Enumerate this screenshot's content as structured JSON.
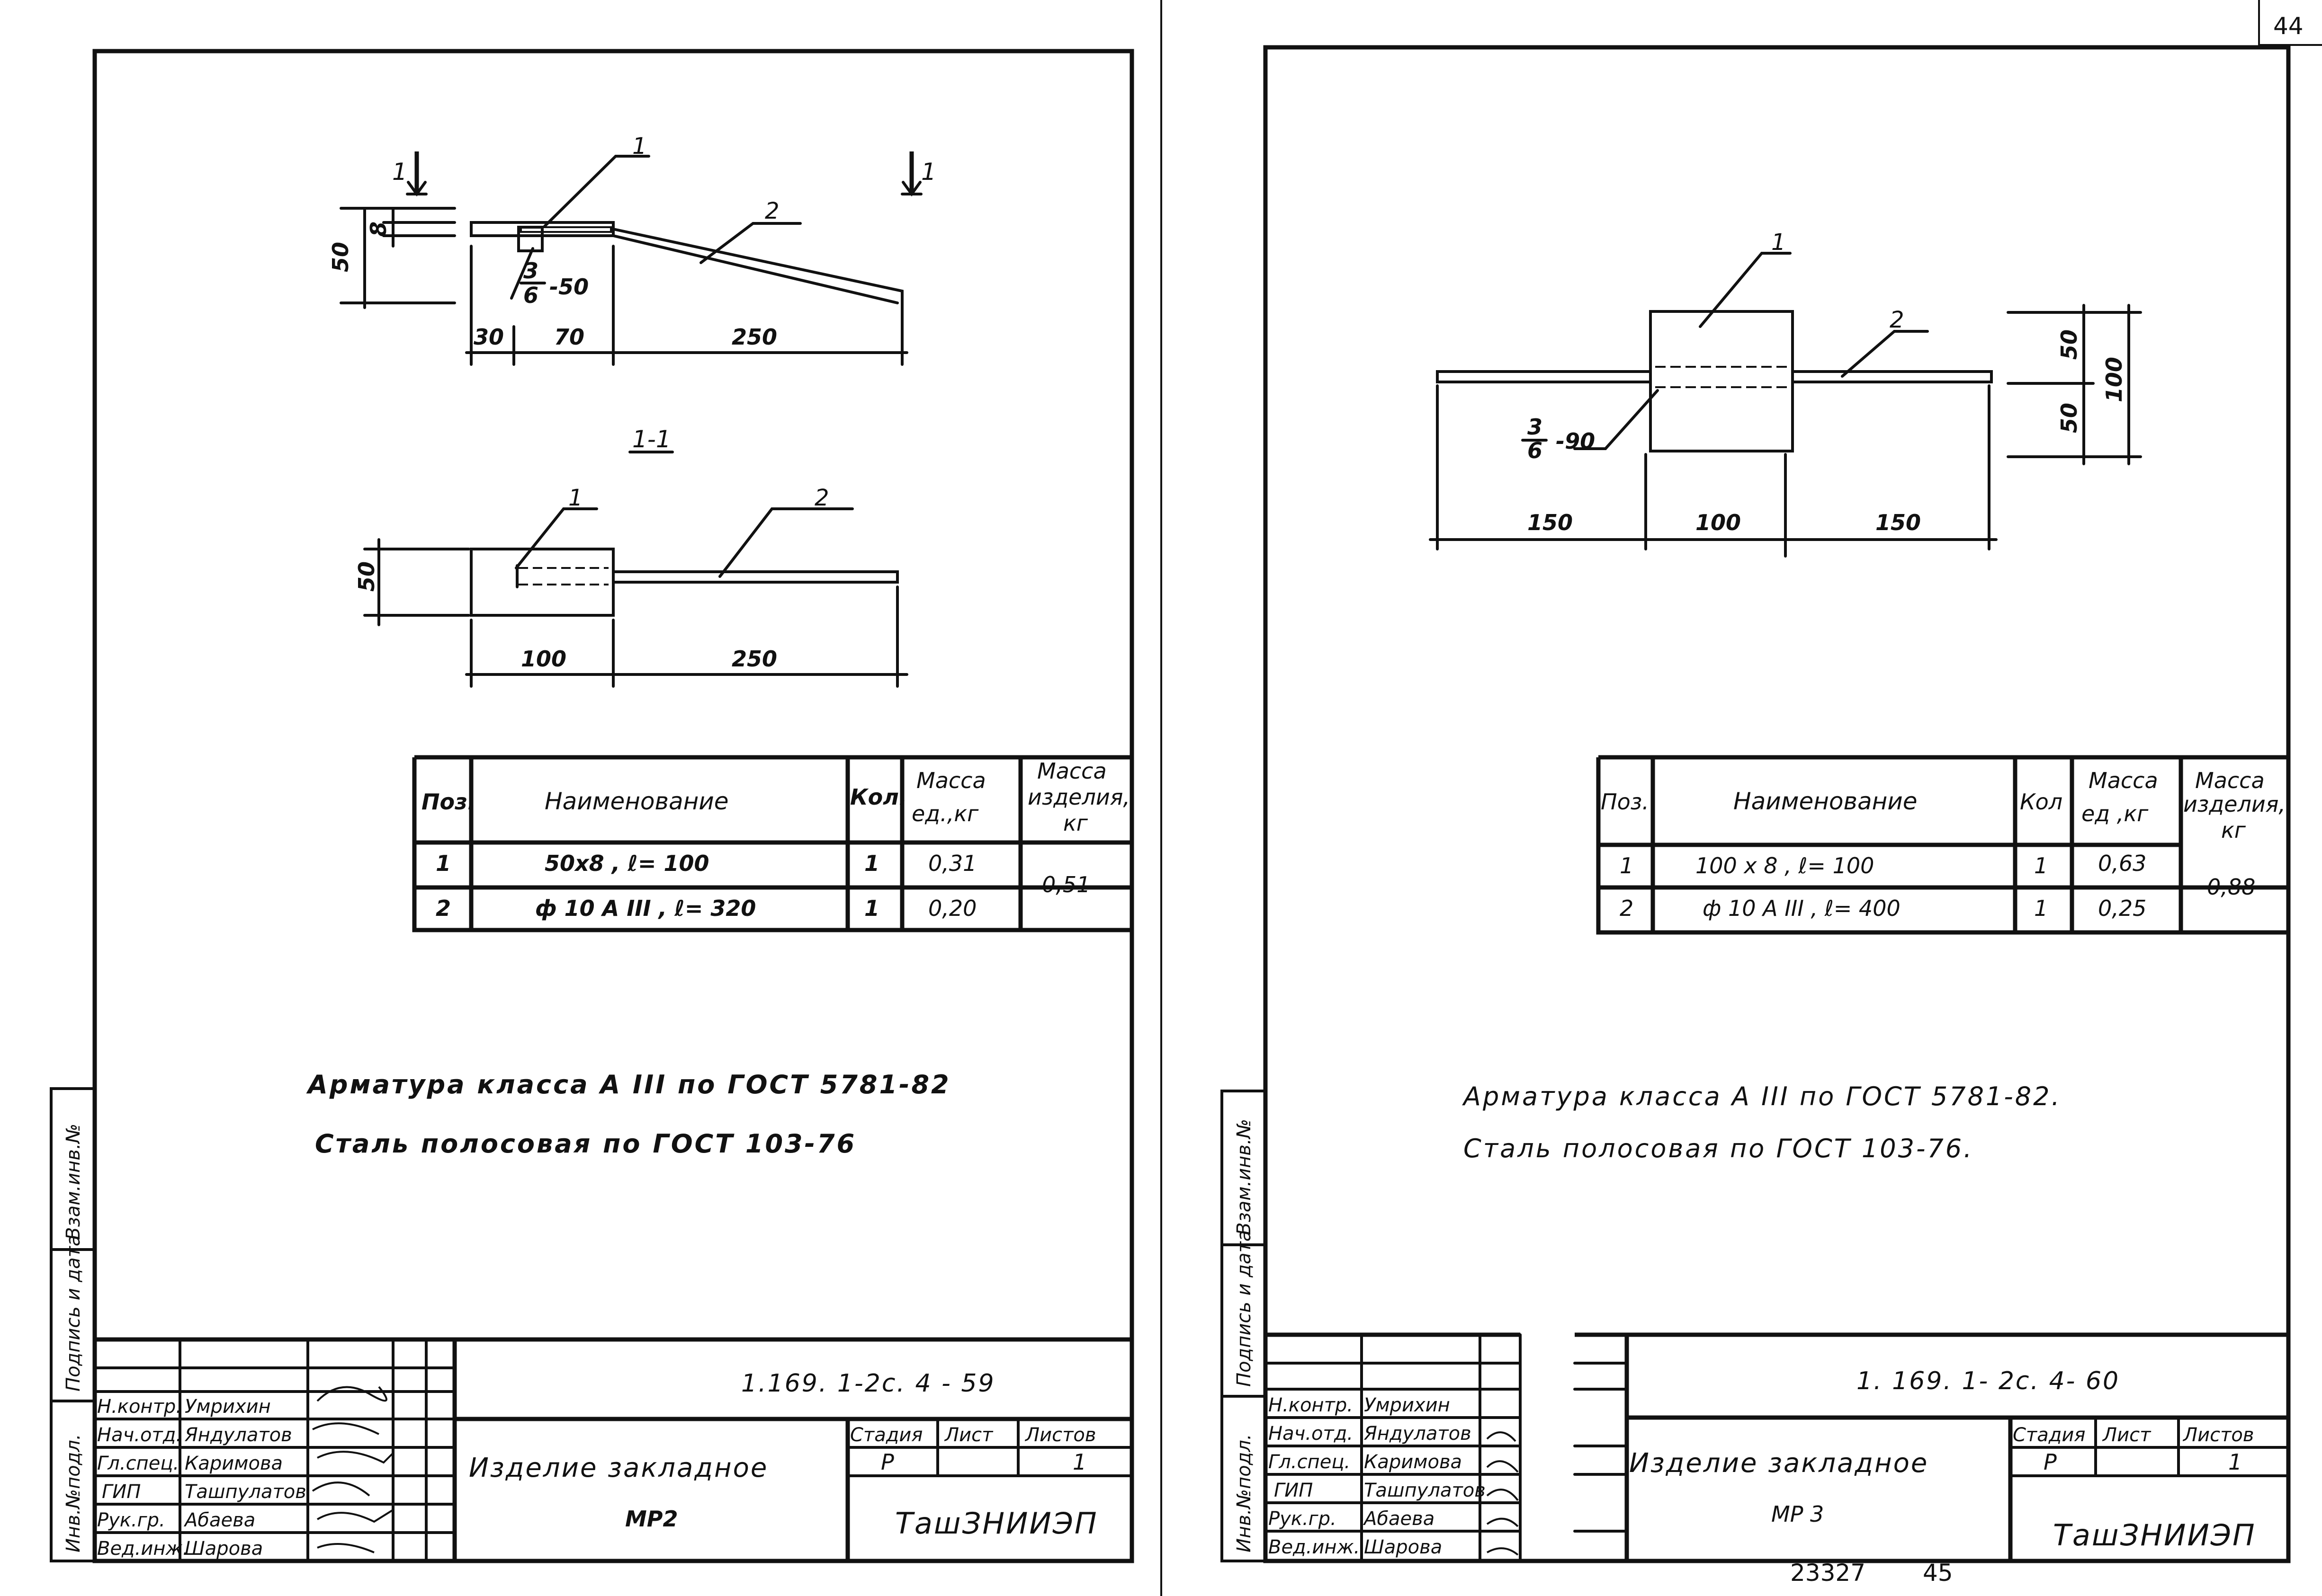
{
  "page_number": "44",
  "footer_number": "23327",
  "footer_page": "45",
  "left_sheet": {
    "drawing": {
      "section_mark": "1",
      "section_title": "1-1",
      "pos1": "1",
      "pos2": "2",
      "weld_num": "3",
      "weld_den": "6",
      "weld_len": "-50",
      "dim_50": "50",
      "dim_8": "8",
      "dim_30": "30",
      "dim_70": "70",
      "dim_250": "250",
      "dim_100": "100"
    },
    "table": {
      "headers": [
        "Поз.",
        "Наименование",
        "Кол.",
        "Масса ед.,кг",
        "Масса изделия, кг"
      ],
      "rows": [
        [
          "1",
          "50х8 , ℓ= 100",
          "1",
          "0,31"
        ],
        [
          "2",
          "ф 10 А ΙΙΙ , ℓ= 320",
          "1",
          "0,20"
        ]
      ],
      "total_mass": "0,51"
    },
    "notes": [
      "Арматура класса А ΙΙΙ по ГОСТ 5781-82",
      "Сталь полосовая по ГОСТ 103-76"
    ],
    "stamp": {
      "code": "1.169. 1-2с. 4 - 59",
      "title": "Изделие закладное",
      "mark": "МР2",
      "stage_label": "Стадия",
      "sheet_label": "Лист",
      "sheets_label": "Листов",
      "stage": "Р",
      "sheets": "1",
      "org": "ТашЗНИИЭП",
      "roles": [
        "Н.контр.",
        "Нач.отд.",
        "Гл.спец.",
        "ГИП",
        "Рук.гр.",
        "Вед.инж."
      ],
      "names": [
        "Умрихин",
        "Яндулатов",
        "Каримова",
        "Ташпулатов",
        "Абаева",
        "Шарова"
      ]
    },
    "side_labels": [
      "Инв.№подл.",
      "Подпись и дата",
      "Взам.инв.№"
    ]
  },
  "right_sheet": {
    "drawing": {
      "pos1": "1",
      "pos2": "2",
      "weld_num": "3",
      "weld_den": "6",
      "weld_len": "-90",
      "dim_150a": "150",
      "dim_100": "100",
      "dim_150b": "150",
      "dim_50a": "50",
      "dim_50b": "50",
      "dim_100v": "100"
    },
    "table": {
      "headers": [
        "Поз.",
        "Наименование",
        "Кол",
        "Масса ед ,кг",
        "Масса изделия, кг"
      ],
      "rows": [
        [
          "1",
          "100 х 8 , ℓ= 100",
          "1",
          "0,63"
        ],
        [
          "2",
          "ф 10 А ΙΙΙ , ℓ= 400",
          "1",
          "0,25"
        ]
      ],
      "total_mass": "0,88"
    },
    "notes": [
      "Арматура класса А ΙΙΙ по ГОСТ 5781-82.",
      "Сталь полосовая по ГОСТ 103-76."
    ],
    "stamp": {
      "code": "1. 169. 1- 2с. 4- 60",
      "title": "Изделие закладное",
      "mark": "МР 3",
      "stage_label": "Стадия",
      "sheet_label": "Лист",
      "sheets_label": "Листов",
      "stage": "Р",
      "sheets": "1",
      "org": "ТашЗНИИЭП",
      "roles": [
        "Н.контр.",
        "Нач.отд.",
        "Гл.спец.",
        "ГИП",
        "Рук.гр.",
        "Вед.инж."
      ],
      "names": [
        "Умрихин",
        "Яндулатов",
        "Каримова",
        "Ташпулатов",
        "Абаева",
        "Шарова"
      ]
    },
    "side_labels": [
      "Инв.№подл.",
      "Подпись и дата",
      "Взам.инв.№"
    ]
  }
}
